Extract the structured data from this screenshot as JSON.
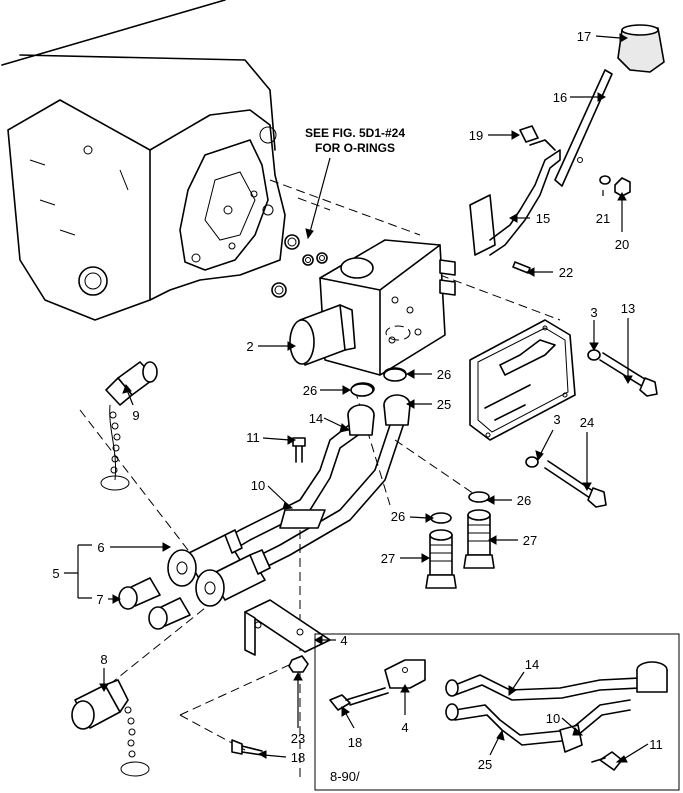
{
  "note": {
    "line1": "SEE FIG. 5D1-#24",
    "line2": "FOR O-RINGS"
  },
  "callouts": [
    "17",
    "16",
    "19",
    "21",
    "20",
    "15",
    "22",
    "13",
    "3",
    "2",
    "26",
    "26",
    "14",
    "25",
    "9",
    "11",
    "3",
    "24",
    "10",
    "26",
    "26",
    "27",
    "27",
    "6",
    "5",
    "7",
    "4",
    "8",
    "23",
    "18"
  ],
  "inset": {
    "callouts": [
      "14",
      "18",
      "4",
      "10",
      "25",
      "11"
    ],
    "reference": "8-90/"
  }
}
